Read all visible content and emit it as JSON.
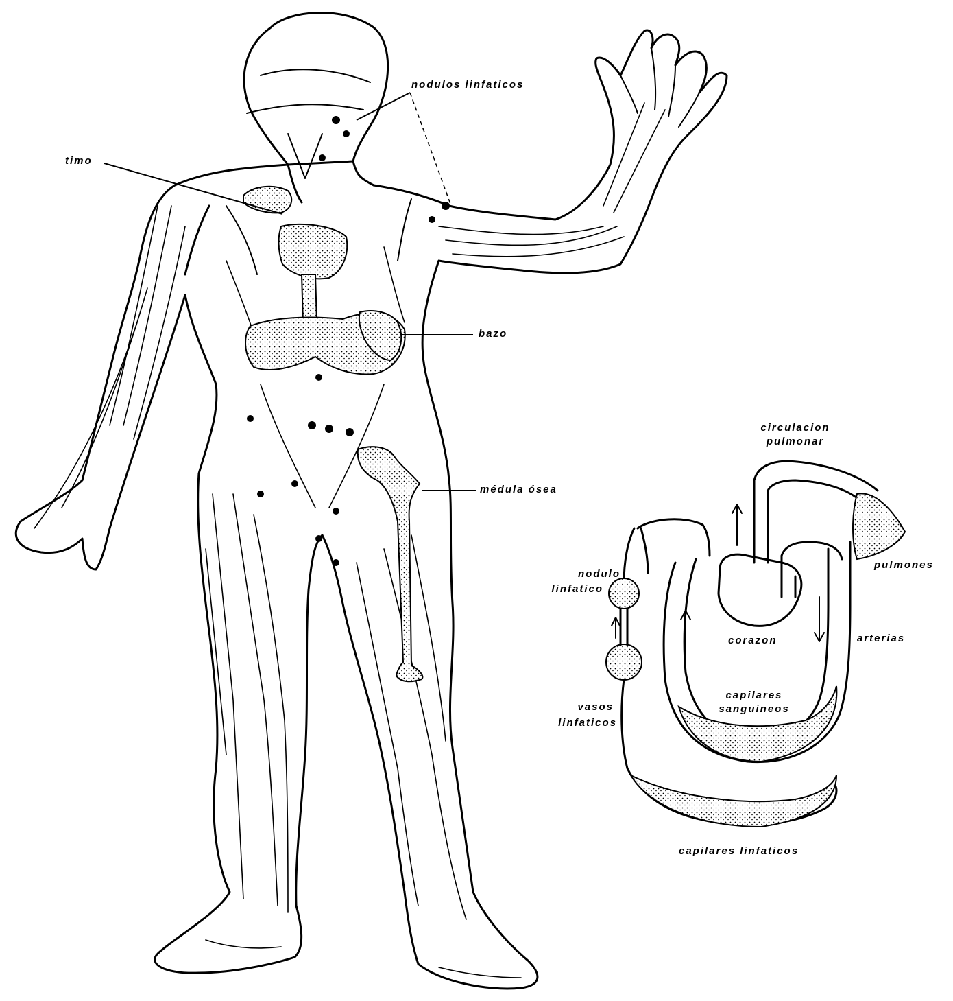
{
  "figure": {
    "labels": {
      "nodulos_linfaticos": "nodulos linfaticos",
      "timo": "timo",
      "bazo": "bazo",
      "medula_osea": "médula ósea",
      "circulacion_pulmonar_1": "circulacion",
      "circulacion_pulmonar_2": "pulmonar",
      "pulmones": "pulmones",
      "nodulo_linfatico_1": "nodulo",
      "nodulo_linfatico_2": "linfatico",
      "corazon": "corazon",
      "arterias": "arterias",
      "capilares_sanguineos_1": "capilares",
      "capilares_sanguineos_2": "sanguineos",
      "vasos_linfaticos_1": "vasos",
      "vasos_linfaticos_2": "linfaticos",
      "capilares_linfaticos": "capilares linfaticos"
    }
  }
}
